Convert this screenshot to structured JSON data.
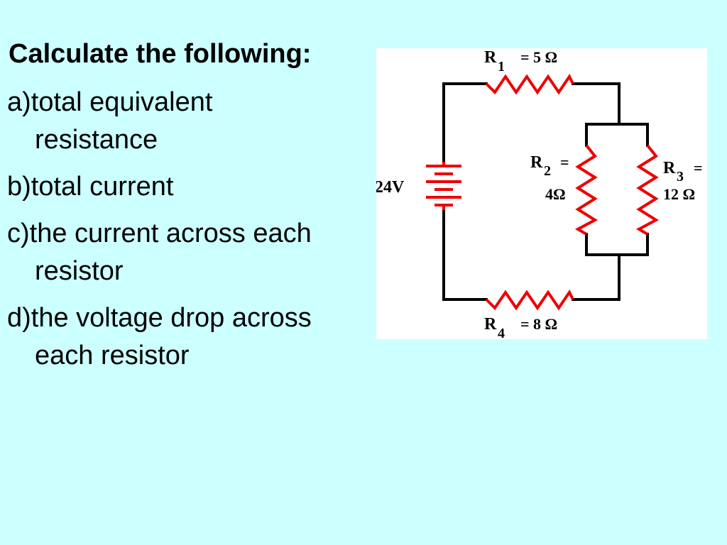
{
  "slide": {
    "heading": "Calculate the following:",
    "questions": [
      {
        "lines": [
          "a)total equivalent",
          "resistance"
        ]
      },
      {
        "lines": [
          "b)total current"
        ]
      },
      {
        "lines": [
          "c)the current across each",
          "resistor"
        ]
      },
      {
        "lines": [
          "d)the voltage drop across",
          "each resistor"
        ]
      }
    ]
  },
  "circuit": {
    "battery": {
      "label": "24V"
    },
    "r1": {
      "symbol": "R",
      "sub": "1",
      "value": "= 5 Ω"
    },
    "r2": {
      "symbol": "R",
      "sub": "2",
      "eq": "=",
      "value": "4Ω"
    },
    "r3": {
      "symbol": "R",
      "sub": "3",
      "eq": "=",
      "value": "12 Ω"
    },
    "r4": {
      "symbol": "R",
      "sub": "4",
      "value": "= 8 Ω"
    },
    "colors": {
      "wire": "#000000",
      "component": "#ee0000",
      "background": "#ffffff"
    }
  }
}
